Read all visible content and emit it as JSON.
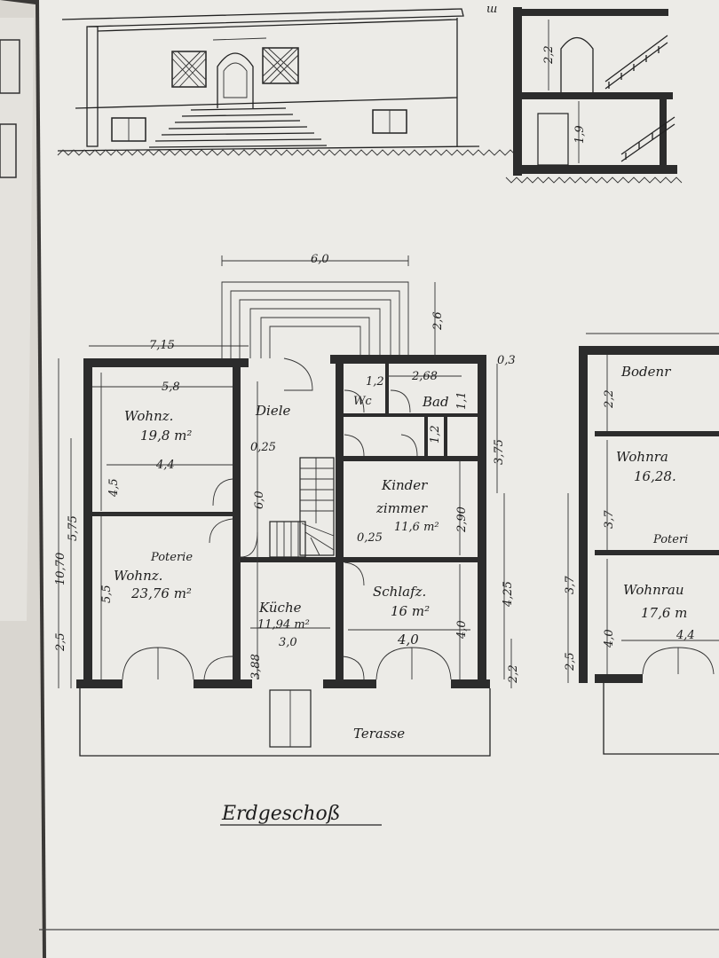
{
  "plan_title": "Erdgeschoß",
  "rooms": {
    "wohnz1_name": "Wohnz.",
    "wohnz1_area": "19,8 m²",
    "diele": "Diele",
    "wc": "Wc",
    "bad": "Bad",
    "kinder_name_1": "Kinder",
    "kinder_name_2": "zimmer",
    "kinder_area": "11,6 m²",
    "poterie": "Poterie",
    "wohnz2_name": "Wohnz.",
    "wohnz2_area": "23,76 m²",
    "kueche_name": "Küche",
    "kueche_area": "11,94 m²",
    "schlafz_name": "Schlafz.",
    "schlafz_area": "16 m²",
    "terasse": "Terasse"
  },
  "dimensions": {
    "top_width": "6,0",
    "entry_depth": "2,6",
    "left_width": "7,15",
    "wohnz_width": "5,8",
    "wohnz_inner": "4,4",
    "wall_025_a": "0,25",
    "wall_025_b": "0,25",
    "diele_height": "6,0",
    "total_height": "10,70",
    "h_575": "5,75",
    "h_25_left": "2,5",
    "h_45": "4,5",
    "h_55": "5,5",
    "bad_width": "2,68",
    "wc_width": "1,2",
    "bad_small": "1,1",
    "stair_12": "1,2",
    "top_right": "0,3",
    "h_375": "3,75",
    "h_290": "2,90",
    "h_425": "4,25",
    "h_40_right": "4,0",
    "h_22": "2,2",
    "kueche_width": "3,0",
    "kueche_388": "3,88",
    "schlafz_width": "4,0",
    "elev_22": "2,2",
    "elev_19": "1,9"
  },
  "right_plan": {
    "bodenraum": "Bodenr",
    "wohnr1_name": "Wohnra",
    "wohnr1_area": "16,28.",
    "poterie": "Poteri",
    "wohnr2_name": "Wohnrau",
    "wohnr2_area": "17,6 m",
    "w_44": "4,4",
    "h_22": "2,2",
    "h_37a": "3,7",
    "h_37b": "3,7",
    "h_25": "2,5",
    "h_40": "4,0"
  }
}
